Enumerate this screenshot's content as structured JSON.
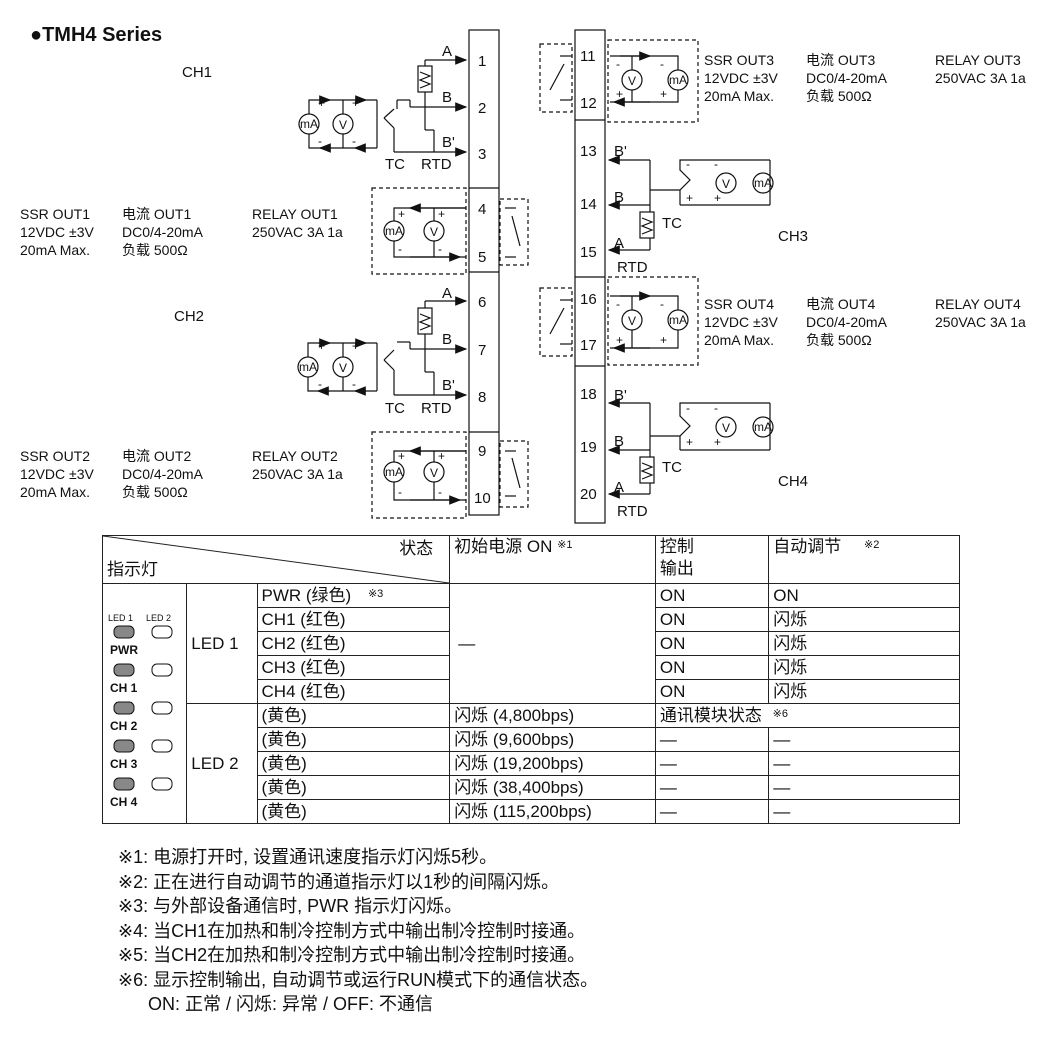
{
  "title": "●TMH4 Series",
  "channels": {
    "ch1": "CH1",
    "ch2": "CH2",
    "ch3": "CH3",
    "ch4": "CH4"
  },
  "terminals": [
    "1",
    "2",
    "3",
    "4",
    "5",
    "6",
    "7",
    "8",
    "9",
    "10",
    "11",
    "12",
    "13",
    "14",
    "15",
    "16",
    "17",
    "18",
    "19",
    "20"
  ],
  "sensor_labels": {
    "a": "A",
    "b": "B",
    "bp": "B'",
    "tc": "TC",
    "rtd": "RTD",
    "ma": "mA",
    "v": "V",
    "plus": "+",
    "minus": "-"
  },
  "outputs": {
    "out1": {
      "ssr": [
        "SSR OUT1",
        "12VDC ±3V",
        "20mA Max."
      ],
      "cur": [
        "电流 OUT1",
        "DC0/4-20mA",
        "负载 500Ω"
      ],
      "relay": [
        "RELAY OUT1",
        "250VAC 3A 1a"
      ]
    },
    "out2": {
      "ssr": [
        "SSR OUT2",
        "12VDC ±3V",
        "20mA Max."
      ],
      "cur": [
        "电流 OUT2",
        "DC0/4-20mA",
        "负载 500Ω"
      ],
      "relay": [
        "RELAY OUT2",
        "250VAC 3A 1a"
      ]
    },
    "out3": {
      "ssr": [
        "SSR OUT3",
        "12VDC ±3V",
        "20mA Max."
      ],
      "cur": [
        "电流 OUT3",
        "DC0/4-20mA",
        "负载 500Ω"
      ],
      "relay": [
        "RELAY OUT3",
        "250VAC 3A 1a"
      ]
    },
    "out4": {
      "ssr": [
        "SSR OUT4",
        "12VDC ±3V",
        "20mA Max."
      ],
      "cur": [
        "电流 OUT4",
        "DC0/4-20mA",
        "负载 500Ω"
      ],
      "relay": [
        "RELAY OUT4",
        "250VAC 3A 1a"
      ]
    }
  },
  "table": {
    "hdr_state": "状态",
    "hdr_indicator": "指示灯",
    "hdr_power": "初始电源 ON",
    "hdr_power_note": "※1",
    "hdr_control": [
      "控制",
      "输出"
    ],
    "hdr_autotune": "自动调节",
    "hdr_autotune_note": "※2",
    "led1": "LED 1",
    "led2": "LED 2",
    "dash": "—",
    "led1_rows": [
      {
        "name": "PWR (绿色)",
        "note": "※3",
        "ctrl": "ON",
        "at": "ON"
      },
      {
        "name": "CH1 (红色)",
        "note": "",
        "ctrl": "ON",
        "at": "闪烁"
      },
      {
        "name": "CH2 (红色)",
        "note": "",
        "ctrl": "ON",
        "at": "闪烁"
      },
      {
        "name": "CH3 (红色)",
        "note": "",
        "ctrl": "ON",
        "at": "闪烁"
      },
      {
        "name": "CH4 (红色)",
        "note": "",
        "ctrl": "ON",
        "at": "闪烁"
      }
    ],
    "led2_rows": [
      {
        "name": "(黄色)",
        "power": "闪烁 (4,800bps)",
        "ctrl": "通讯模块状态",
        "note": "※6",
        "at": ""
      },
      {
        "name": "(黄色)",
        "power": "闪烁 (9,600bps)",
        "ctrl": "—",
        "at": "—"
      },
      {
        "name": "(黄色)",
        "power": "闪烁 (19,200bps)",
        "ctrl": "—",
        "at": "—"
      },
      {
        "name": "(黄色)",
        "power": "闪烁 (38,400bps)",
        "ctrl": "—",
        "at": "—"
      },
      {
        "name": "(黄色)",
        "power": "闪烁 (115,200bps)",
        "ctrl": "—",
        "at": "—"
      }
    ],
    "ledpic": {
      "l1": "LED 1",
      "l2": "LED 2",
      "labels": [
        "PWR",
        "CH 1",
        "CH 2",
        "CH 3",
        "CH 4"
      ]
    }
  },
  "notes": [
    "※1: 电源打开时, 设置通讯速度指示灯闪烁5秒。",
    "※2: 正在进行自动调节的通道指示灯以1秒的间隔闪烁。",
    "※3: 与外部设备通信时, PWR 指示灯闪烁。",
    "※4: 当CH1在加热和制冷控制方式中输出制冷控制时接通。",
    "※5: 当CH2在加热和制冷控制方式中输出制冷控制时接通。",
    "※6: 显示控制输出, 自动调节或运行RUN模式下的通信状态。",
    "ON: 正常 / 闪烁: 异常 / OFF: 不通信"
  ]
}
